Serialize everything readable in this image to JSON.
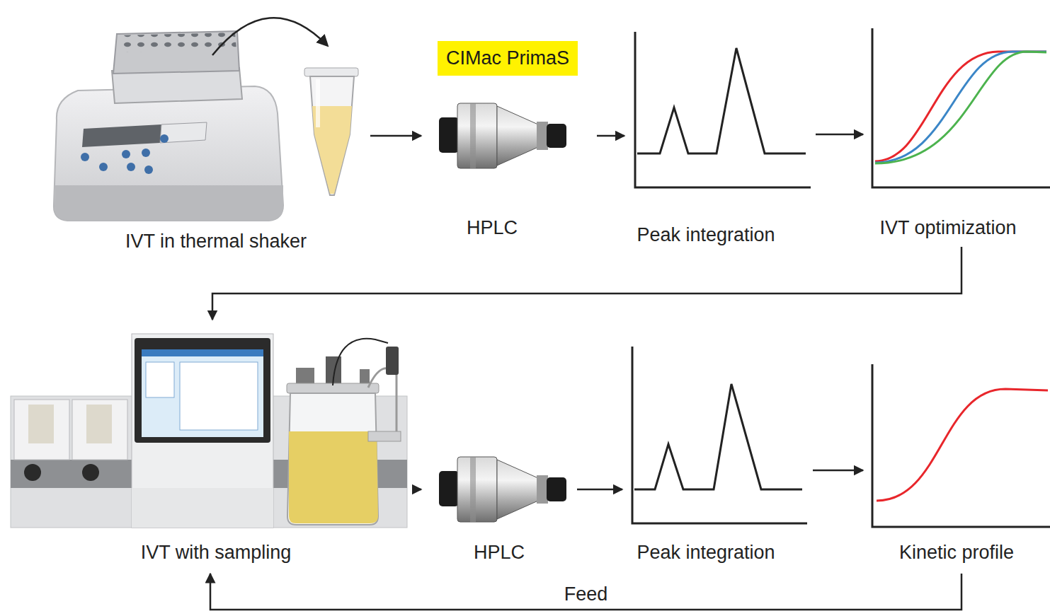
{
  "diagram": {
    "nodes": [
      {
        "text": [
          "IVT in thermal shaker"
        ]
      },
      {
        "text": [
          "CIMac PrimaS",
          "HPLC"
        ]
      },
      {
        "text": [
          "Peak integration"
        ]
      },
      {
        "text": [
          "IVT optimization"
        ]
      },
      {
        "text": [
          "IVT with sampling"
        ]
      },
      {
        "text": [
          "HPLC"
        ]
      },
      {
        "text": [
          "Peak integration"
        ]
      },
      {
        "text": [
          "Kinetic profile"
        ]
      }
    ],
    "edges": [
      {
        "from": 0,
        "to": 1,
        "arrow": "to"
      },
      {
        "from": 1,
        "to": 2,
        "arrow": "to"
      },
      {
        "from": 2,
        "to": 3,
        "arrow": "to"
      },
      {
        "from": 3,
        "to": 4,
        "arrow": "to"
      },
      {
        "from": 4,
        "to": 5,
        "arrow": "to"
      },
      {
        "from": 5,
        "to": 6,
        "arrow": "to"
      },
      {
        "from": 6,
        "to": 7,
        "arrow": "to"
      },
      {
        "from": 7,
        "to": 4,
        "label": "Feed",
        "arrow": "to"
      }
    ]
  }
}
